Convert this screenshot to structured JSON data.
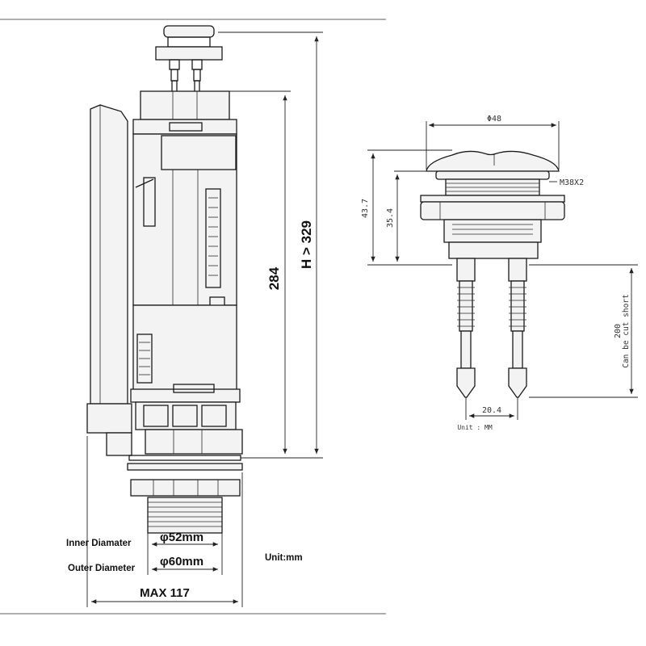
{
  "left_drawing": {
    "dim_height": "284",
    "dim_height_max": "H > 329",
    "inner_diameter_label": "Inner Diamater",
    "inner_diameter_value": "φ52mm",
    "outer_diameter_label": "Outer Diameter",
    "outer_diameter_value": "φ60mm",
    "max_width": "MAX 117",
    "unit": "Unit:mm"
  },
  "right_drawing": {
    "dim_button_diameter": "Φ48",
    "dim_thread": "M38X2",
    "dim_total_height": "43.7",
    "dim_body_height": "35.4",
    "dim_rod_length": "200",
    "rod_note": "Can be cut short",
    "dim_rod_spacing": "20.4",
    "unit": "Unit : MM"
  }
}
